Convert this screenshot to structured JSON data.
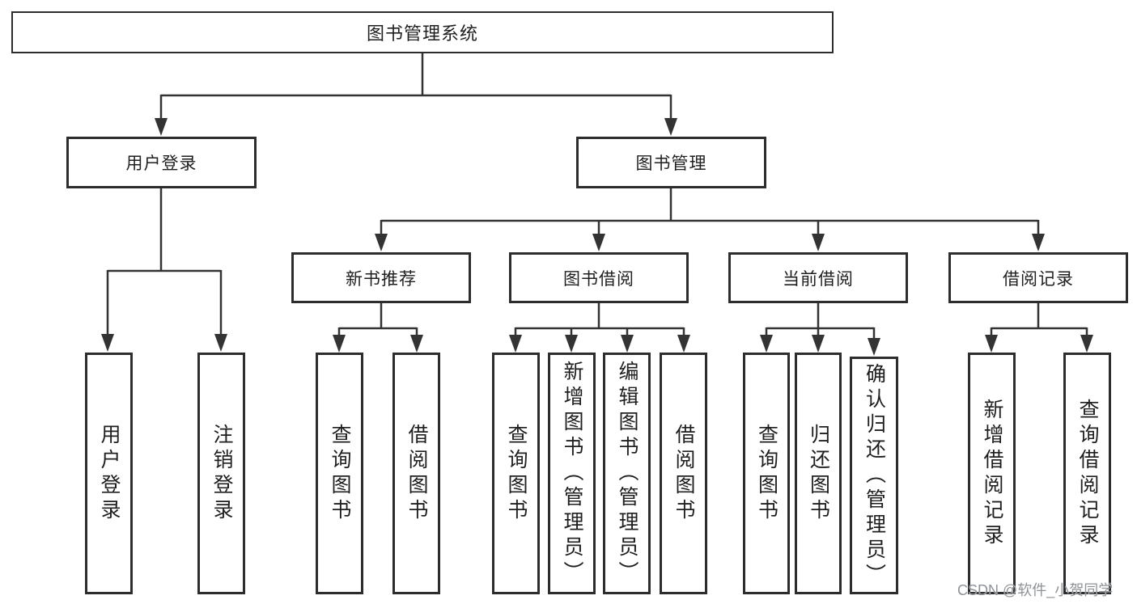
{
  "diagram": {
    "title_node": {
      "label": "图书管理系统"
    },
    "user_login": {
      "label": "用户登录",
      "children": [
        "用户登录",
        "注销登录"
      ]
    },
    "book_mgmt": {
      "label": "图书管理",
      "children": [
        {
          "label": "新书推荐",
          "children": [
            "查询图书",
            "借阅图书"
          ]
        },
        {
          "label": "图书借阅",
          "children": [
            "查询图书",
            "新增图书（管理员）",
            "编辑图书（管理员）",
            "借阅图书"
          ]
        },
        {
          "label": "当前借阅",
          "children": [
            "查询图书",
            "归还图书",
            "确认归还（管理员）"
          ]
        },
        {
          "label": "借阅记录",
          "children": [
            "新增借阅记录",
            "查询借阅记录"
          ]
        }
      ]
    },
    "watermark": "CSDN @软件_小贺同学",
    "colors": {
      "line": "#333333",
      "box_border": "#2d2d2d",
      "text": "#1f1f1f",
      "watermark": "#8e9399",
      "background": "#ffffff"
    }
  }
}
